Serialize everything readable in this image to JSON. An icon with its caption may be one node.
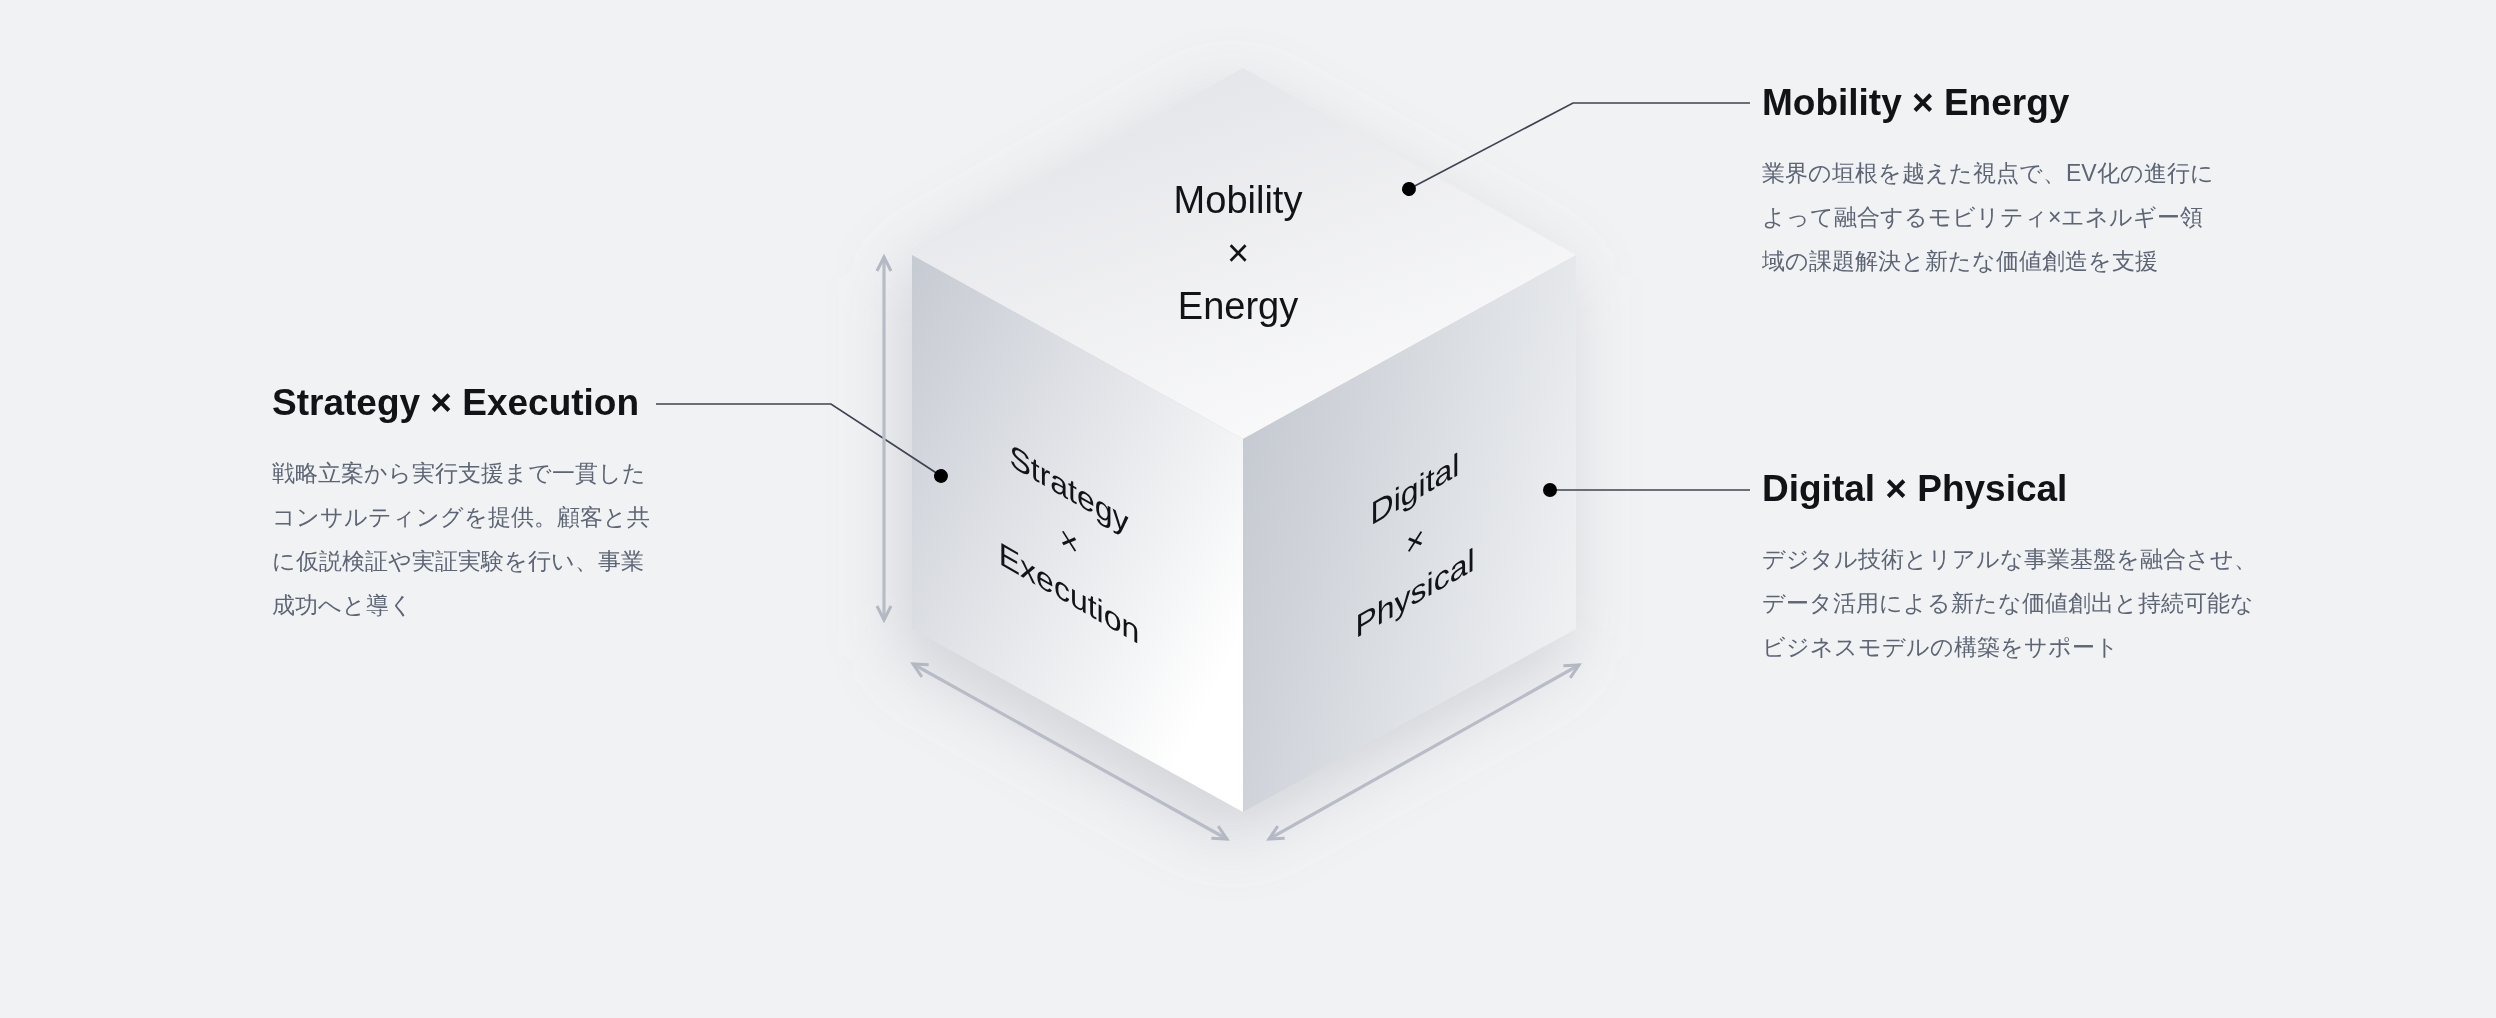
{
  "diagram": {
    "nodes": [
      {
        "text": [
          "Strategy × Execution",
          "戦略立案から実行支援まで一貫したコンサルティングを提供。顧客と共に仮説検証や実証実験を行い、事業成功へと導く"
        ]
      },
      {
        "text": [
          "Mobility × Energy"
        ]
      },
      {
        "text": [
          "Strategy × Execution"
        ]
      },
      {
        "text": [
          "Digital × Physical"
        ]
      },
      {
        "text": [
          "Mobility × Energy",
          "業界の垣根を越えた視点で、EV化の進行によって融合するモビリティ×エネルギー領域の課題解決と新たな価値創造を支援"
        ]
      },
      {
        "text": [
          "Digital × Physical",
          "デジタル技術とリアルな事業基盤を融合させ、データ活用による新たな価値創出と持続可能なビジネスモデルの構築をサポート"
        ]
      }
    ],
    "edges": [
      {
        "from": 0,
        "to": 2,
        "arrow": "other"
      },
      {
        "from": 4,
        "to": 1,
        "arrow": "other"
      },
      {
        "from": 5,
        "to": 3,
        "arrow": "other"
      }
    ]
  }
}
